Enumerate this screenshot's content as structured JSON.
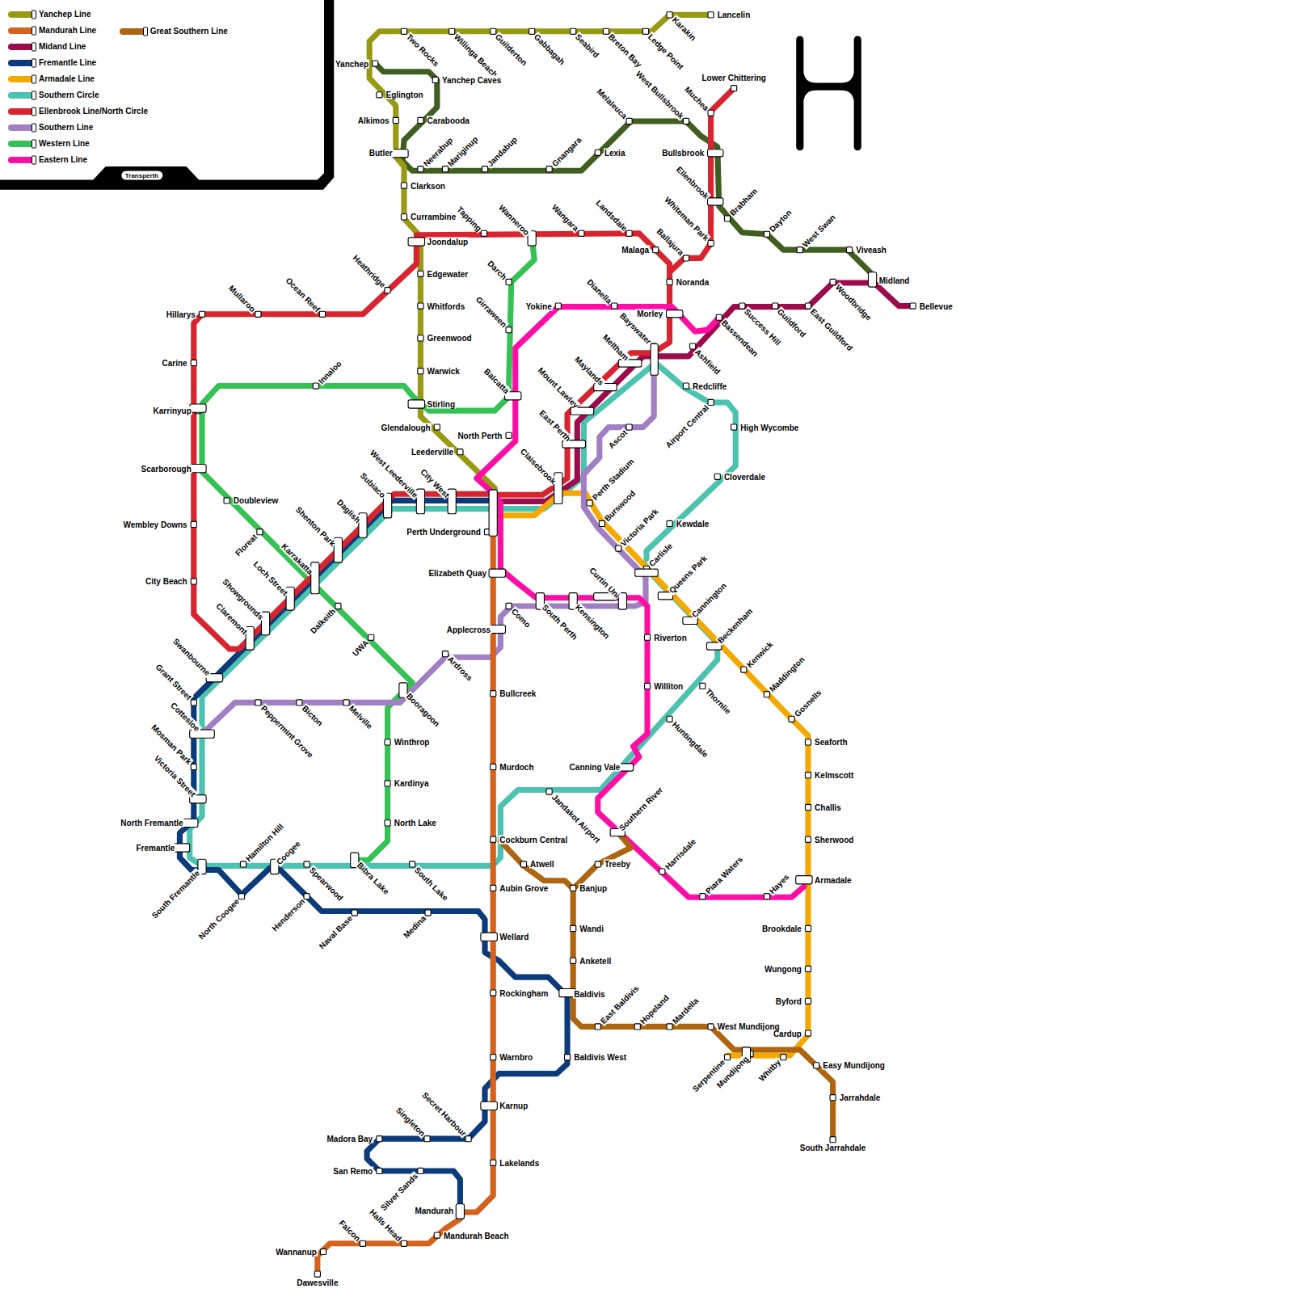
{
  "diagram": {
    "labels": [
      "Lancelin",
      "Karakin",
      "Ledge Point",
      "Breton Bay",
      "Seabird",
      "Gabbagah",
      "Guilderton",
      "Willinga Beach",
      "Two Rocks",
      "Yanchep",
      "Eglington",
      "Alkimos",
      "Butler",
      "Clarkson",
      "Currambine",
      "Joondalup",
      "Edgewater",
      "Whitfords",
      "Greenwood",
      "Warwick",
      "Stirling",
      "Glendalough",
      "Leederville",
      "Yanchep Caves",
      "Carabooda",
      "Neerabup",
      "Mariginup",
      "Jandabup",
      "Gnangara",
      "Lexia",
      "Melaleuca",
      "West Bullsbrook",
      "Muchea",
      "Lower Chittering",
      "Bullsbrook",
      "Ellenbrook",
      "Brabham",
      "Dayton",
      "West Swan",
      "Viveash",
      "Midland",
      "Bellevue",
      "Woodbridge",
      "East Guildford",
      "Guildford",
      "Success Hill",
      "Bassendean",
      "Ashfield",
      "Whiteman Park",
      "Ballajura",
      "Malaga",
      "Landsdale",
      "Wangara",
      "Wanneroo",
      "Tapping",
      "Noranda",
      "Morley",
      "Yokine",
      "Dianella",
      "Bayswater",
      "Meltham",
      "Maylands",
      "Mount Lawley",
      "East Perth",
      "Claisebrook",
      "Redcliffe",
      "Airport Central",
      "High Wycombe",
      "Cloverdale",
      "Kewdale",
      "Carlisle",
      "Queens Park",
      "Cannington",
      "Beckenham",
      "Kenwick",
      "Maddington",
      "Gosnells",
      "Seaforth",
      "Kelmscott",
      "Challis",
      "Sherwood",
      "Armadale",
      "Brookdale",
      "Wungong",
      "Byford",
      "Cardup",
      "Easy Mundijong",
      "Jarrahdale",
      "South Jarrahdale",
      "Whitby",
      "Mundijong",
      "Serpentine",
      "West Mundijong",
      "Mardella",
      "Hopeland",
      "East Baldivis",
      "Baldivis",
      "Baldivis West",
      "Anketell",
      "Wandi",
      "Banjup",
      "Treeby",
      "Atwell",
      "Southern River",
      "Harrisdale",
      "Piara Waters",
      "Hayes",
      "Canning Vale",
      "Jandakot Airport",
      "Huntingdale",
      "Thornlie",
      "Williton",
      "Riverton",
      "Kensington",
      "Curtin Uni",
      "South Perth",
      "Como",
      "Victoria Park",
      "Burswood",
      "Perth Stadium",
      "Ascot",
      "Elizabeth Quay",
      "Applecross",
      "Ardross",
      "Booragoon",
      "Melville",
      "Bicton",
      "Peppermint Grove",
      "Cottesloe",
      "Winthrop",
      "Kardinya",
      "North Lake",
      "Bullcreek",
      "Murdoch",
      "Cockburn Central",
      "Aubin Grove",
      "Wellard",
      "Rockingham",
      "Warnbro",
      "Karnup",
      "Lakelands",
      "Mandurah",
      "Mandurah Beach",
      "Halls Head",
      "Falcon",
      "Wannanup",
      "Dawesville",
      "Secret Harbour",
      "Singleton",
      "Madora Bay",
      "San Remo",
      "Silver Sands",
      "Naval Base",
      "Medina",
      "Henderson",
      "Spearwood",
      "Coogee",
      "Hamilton Hill",
      "North Coogee",
      "South Fremantle",
      "Fremantle",
      "North Fremantle",
      "Victoria Street",
      "Mosman Park",
      "Grant Street",
      "Swanbourne",
      "Claremont",
      "Showgrounds",
      "Loch Street",
      "Karrakatta",
      "Shenton Park",
      "Daglish",
      "Subiaco",
      "West Leederville",
      "City West",
      "Perth Underground",
      "Dalkeith",
      "UWA",
      "Floreat",
      "Doubleview",
      "Karrinyup",
      "Scarborough",
      "Innaloo",
      "Carine",
      "Hillarys",
      "Mullaroo",
      "Ocean Reef",
      "Heathridge",
      "Wembley Downs",
      "City Beach",
      "Darch",
      "Girraween",
      "Balcatta",
      "North Perth",
      "Bibra Lake",
      "South Lake",
      "Transperth"
    ],
    "legend": [
      {
        "text": "Yanchep Line",
        "color": "#999a14"
      },
      {
        "text": "Mandurah Line",
        "color": "#d5621c"
      },
      {
        "text": "Midand Line",
        "color": "#9c0b4b"
      },
      {
        "text": "Fremantle Line",
        "color": "#0b3b7b"
      },
      {
        "text": "Armadale Line",
        "color": "#f4a900"
      },
      {
        "text": "Southern Circle",
        "color": "#4bc3b0"
      },
      {
        "text": "Ellenbrook Line/North Circle",
        "color": "#d8242f"
      },
      {
        "text": "Southern Line",
        "color": "#a27fc4"
      },
      {
        "text": "Western Line",
        "color": "#34c254"
      },
      {
        "text": "Eastern Line",
        "color": "#fe0ea5"
      },
      {
        "text": "Great Southern Line",
        "color": "#ad6510"
      }
    ]
  }
}
